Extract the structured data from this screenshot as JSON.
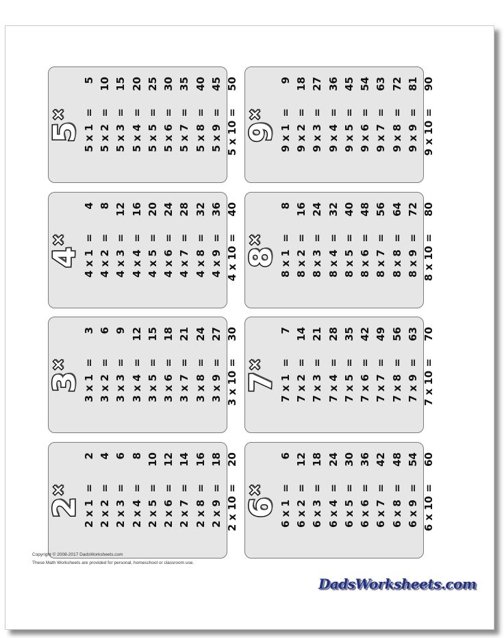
{
  "tables": [
    {
      "n": "5",
      "rows": [
        [
          "5 x 1  =",
          "5"
        ],
        [
          "5 x 2  =",
          "10"
        ],
        [
          "5 x 3  =",
          "15"
        ],
        [
          "5 x 4  =",
          "20"
        ],
        [
          "5 x 5  =",
          "25"
        ],
        [
          "5 x 6  =",
          "30"
        ],
        [
          "5 x 7  =",
          "35"
        ],
        [
          "5 x 8  =",
          "40"
        ],
        [
          "5 x 9  =",
          "45"
        ],
        [
          "5 x 10 =",
          "50"
        ]
      ]
    },
    {
      "n": "9",
      "rows": [
        [
          "9 x 1  =",
          "9"
        ],
        [
          "9 x 2  =",
          "18"
        ],
        [
          "9 x 3  =",
          "27"
        ],
        [
          "9 x 4  =",
          "36"
        ],
        [
          "9 x 5  =",
          "45"
        ],
        [
          "9 x 6  =",
          "54"
        ],
        [
          "9 x 7  =",
          "63"
        ],
        [
          "9 x 8  =",
          "72"
        ],
        [
          "9 x 9  =",
          "81"
        ],
        [
          "9 x 10 =",
          "90"
        ]
      ]
    },
    {
      "n": "4",
      "rows": [
        [
          "4 x 1  =",
          "4"
        ],
        [
          "4 x 2  =",
          "8"
        ],
        [
          "4 x 3  =",
          "12"
        ],
        [
          "4 x 4  =",
          "16"
        ],
        [
          "4 x 5  =",
          "20"
        ],
        [
          "4 x 6  =",
          "24"
        ],
        [
          "4 x 7  =",
          "28"
        ],
        [
          "4 x 8  =",
          "32"
        ],
        [
          "4 x 9  =",
          "36"
        ],
        [
          "4 x 10 =",
          "40"
        ]
      ]
    },
    {
      "n": "8",
      "rows": [
        [
          "8 x 1  =",
          "8"
        ],
        [
          "8 x 2  =",
          "16"
        ],
        [
          "8 x 3  =",
          "24"
        ],
        [
          "8 x 4  =",
          "32"
        ],
        [
          "8 x 5  =",
          "40"
        ],
        [
          "8 x 6  =",
          "48"
        ],
        [
          "8 x 7  =",
          "56"
        ],
        [
          "8 x 8  =",
          "64"
        ],
        [
          "8 x 9  =",
          "72"
        ],
        [
          "8 x 10 =",
          "80"
        ]
      ]
    },
    {
      "n": "3",
      "rows": [
        [
          "3 x 1  =",
          "3"
        ],
        [
          "3 x 2  =",
          "6"
        ],
        [
          "3 x 3  =",
          "9"
        ],
        [
          "3 x 4  =",
          "12"
        ],
        [
          "3 x 5  =",
          "15"
        ],
        [
          "3 x 6  =",
          "18"
        ],
        [
          "3 x 7  =",
          "21"
        ],
        [
          "3 x 8  =",
          "24"
        ],
        [
          "3 x 9  =",
          "27"
        ],
        [
          "3 x 10 =",
          "30"
        ]
      ]
    },
    {
      "n": "7",
      "rows": [
        [
          "7 x 1  =",
          "7"
        ],
        [
          "7 x 2  =",
          "14"
        ],
        [
          "7 x 3  =",
          "21"
        ],
        [
          "7 x 4  =",
          "28"
        ],
        [
          "7 x 5  =",
          "35"
        ],
        [
          "7 x 6  =",
          "42"
        ],
        [
          "7 x 7  =",
          "49"
        ],
        [
          "7 x 8  =",
          "56"
        ],
        [
          "7 x 9  =",
          "63"
        ],
        [
          "7 x 10 =",
          "70"
        ]
      ]
    },
    {
      "n": "2",
      "rows": [
        [
          "2 x 1  =",
          "2"
        ],
        [
          "2 x 2  =",
          "4"
        ],
        [
          "2 x 3  =",
          "6"
        ],
        [
          "2 x 4  =",
          "8"
        ],
        [
          "2 x 5  =",
          "10"
        ],
        [
          "2 x 6  =",
          "12"
        ],
        [
          "2 x 7  =",
          "14"
        ],
        [
          "2 x 8  =",
          "16"
        ],
        [
          "2 x 9  =",
          "18"
        ],
        [
          "2 x 10 =",
          "20"
        ]
      ]
    },
    {
      "n": "6",
      "rows": [
        [
          "6 x 1  =",
          "6"
        ],
        [
          "6 x 2  =",
          "12"
        ],
        [
          "6 x 3  =",
          "18"
        ],
        [
          "6 x 4  =",
          "24"
        ],
        [
          "6 x 5  =",
          "30"
        ],
        [
          "6 x 6  =",
          "36"
        ],
        [
          "6 x 7  =",
          "42"
        ],
        [
          "6 x 8  =",
          "48"
        ],
        [
          "6 x 9  =",
          "54"
        ],
        [
          "6 x 10 =",
          "60"
        ]
      ]
    }
  ],
  "times_symbol": "×",
  "footer": {
    "copyright": "Copyright © 2008-2017 DadsWorksheets.com",
    "note": "These Math Worksheets are provided for personal, homeschool or classroom use."
  },
  "logo": "DadsWorksheets.com"
}
